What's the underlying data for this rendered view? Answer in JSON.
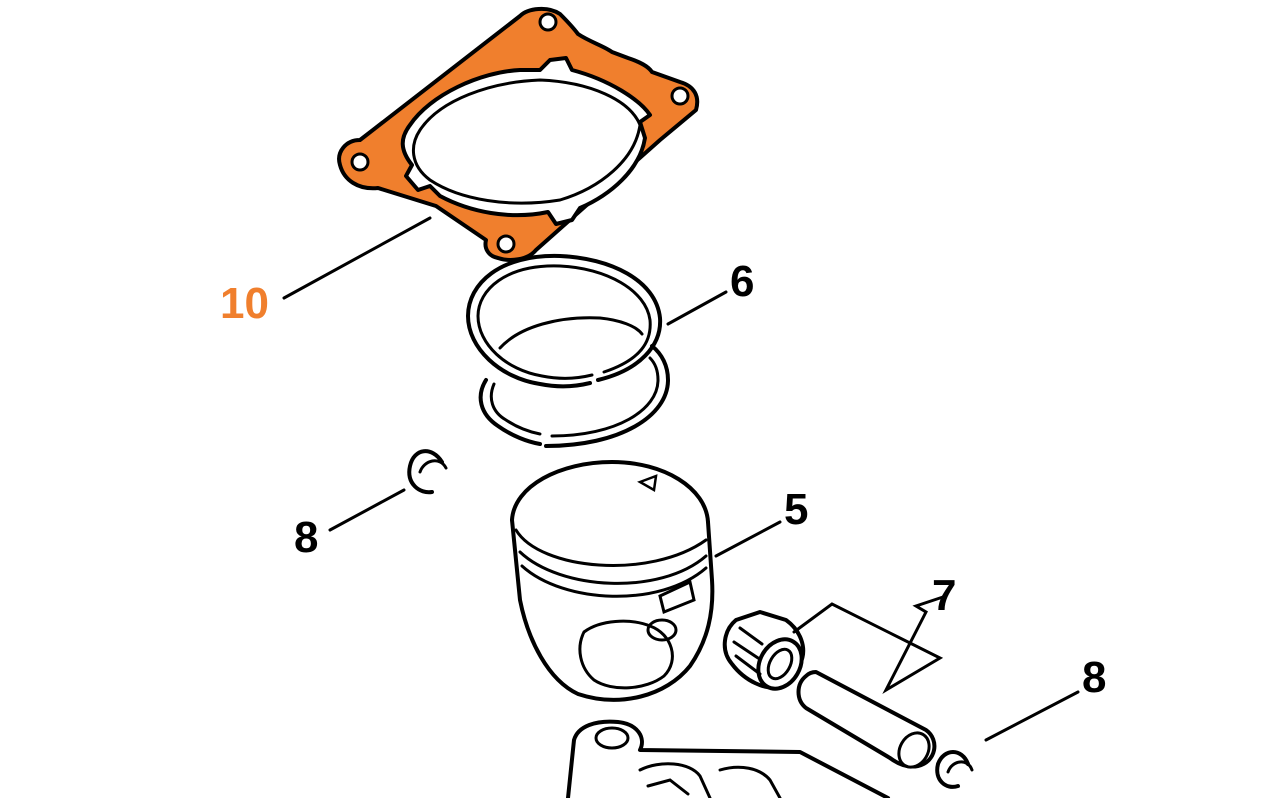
{
  "colors": {
    "highlight": "#F07F2D",
    "highlight_label": "#F07F2D",
    "line": "#000000",
    "background": "#FFFFFF"
  },
  "callouts": {
    "gasket": "10",
    "piston_rings": "6",
    "snap_ring_left": "8",
    "piston": "5",
    "bearing_and_pin": "7",
    "snap_ring_right": "8"
  }
}
